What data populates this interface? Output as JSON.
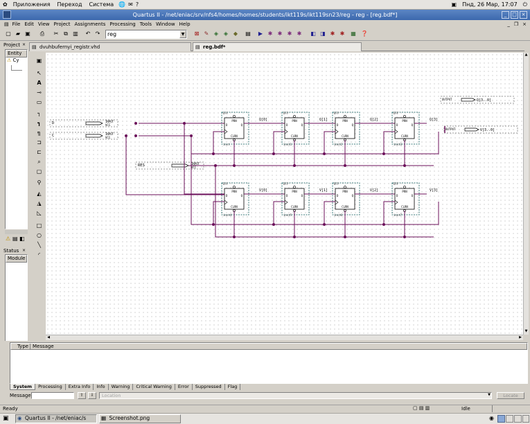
{
  "gnome_panel": {
    "menus": [
      "Приложения",
      "Переход",
      "Система"
    ],
    "clock": "Пнд, 26 Мар, 17:07"
  },
  "window": {
    "title": "Quartus II - /net/eniac/srv/nfs4/homes/homes/students/ikt119s/ikt119sn23/reg - reg - [reg.bdf*]"
  },
  "menubar": [
    "File",
    "Edit",
    "View",
    "Project",
    "Assignments",
    "Processing",
    "Tools",
    "Window",
    "Help"
  ],
  "toolbar": {
    "entity_value": "reg"
  },
  "left_panel": {
    "project_title": "Project",
    "entity_label": "Entity",
    "tree_item": "Cy",
    "status_title": "Status",
    "module_label": "Module"
  },
  "tabs": [
    {
      "label": "dvuhbufernyi_registr.vhd"
    },
    {
      "label": "reg.bdf*"
    }
  ],
  "schematic": {
    "inputs": [
      {
        "name": "D",
        "kind": "INPUT",
        "vcc": "VCC"
      },
      {
        "name": "C",
        "kind": "INPUT",
        "vcc": "VCC"
      },
      {
        "name": "RES",
        "kind": "INPUT",
        "vcc": "VCC"
      }
    ],
    "outputs": [
      {
        "kind": "OUTPUT",
        "name": "Q[3..0]"
      },
      {
        "kind": "OUTPUT",
        "name": "V[3..0]"
      }
    ],
    "dff_top": [
      {
        "id": "inst",
        "out": "Q[0]"
      },
      {
        "id": "inst1",
        "out": "Q[1]"
      },
      {
        "id": "inst2",
        "out": "Q[2]"
      },
      {
        "id": "inst3",
        "out": "Q[3]"
      }
    ],
    "dff_bottom": [
      {
        "id": "inst4",
        "out": "V[0]"
      },
      {
        "id": "inst5",
        "out": "V[1]"
      },
      {
        "id": "inst6",
        "out": "V[2]"
      },
      {
        "id": "inst7",
        "out": "V[3]"
      }
    ],
    "dff_pin_prn": "PRN",
    "dff_pin_clrn": "CLRN",
    "dff_pin_d": "D",
    "dff_pin_q": "Q",
    "dff_type": "DFF"
  },
  "messages": {
    "col_type": "Type",
    "col_message": "Message",
    "tabs": [
      "System",
      "Processing",
      "Extra Info",
      "Info",
      "Warning",
      "Critical Warning",
      "Error",
      "Suppressed",
      "Flag"
    ],
    "message_label": "Message:",
    "location_placeholder": "Location",
    "locate_button": "Locate"
  },
  "statusbar": {
    "left": "Ready",
    "idle": "Idle"
  },
  "taskbar": {
    "items": [
      "Quartus II - /net/eniac/s",
      "Screenshot.png"
    ]
  },
  "colors": {
    "wire": "#6b0f5a",
    "titlebar": "#3c68ad",
    "component_border": "#3a7a7a"
  }
}
